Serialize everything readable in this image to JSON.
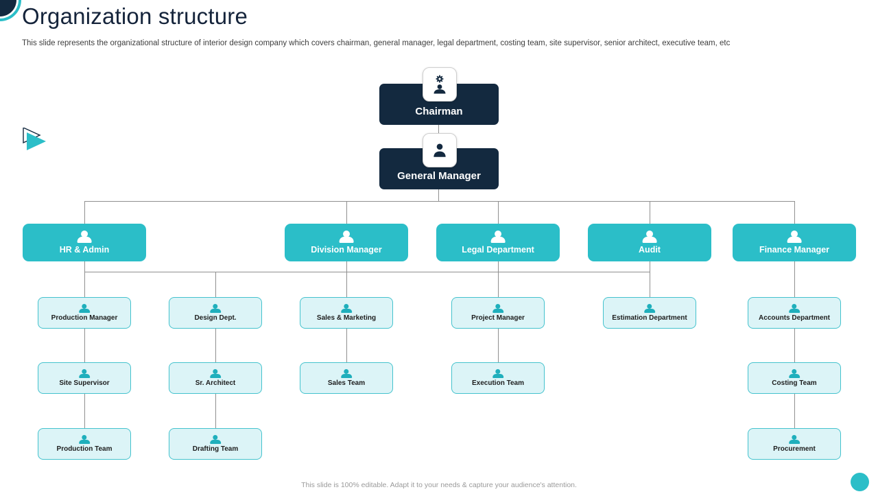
{
  "page": {
    "title": "Organization structure",
    "subtitle": "This slide represents the organizational structure of interior design company which covers chairman, general manager, legal department, costing team, site supervisor, senior architect, executive team, etc",
    "footer": "This slide is 100% editable. Adapt it to your needs & capture your audience's attention."
  },
  "colors": {
    "navy": "#13293F",
    "teal": "#2BBEC8",
    "light_teal_fill": "#DCF4F7",
    "light_teal_border": "#43C2CD",
    "connector": "#8F8F8F"
  },
  "icons": {
    "chairman": "gear-person-icon",
    "general_manager": "person-icon",
    "node": "person-icon"
  },
  "org": {
    "chairman": {
      "label": "Chairman"
    },
    "general_manager": {
      "label": "General Manager"
    },
    "managers": [
      {
        "label": "HR & Admin"
      },
      {
        "label": "Division Manager"
      },
      {
        "label": "Legal Department"
      },
      {
        "label": "Audit"
      },
      {
        "label": "Finance Manager"
      }
    ],
    "row1": [
      {
        "label": "Production Manager"
      },
      {
        "label": "Design Dept."
      },
      {
        "label": "Sales & Marketing"
      },
      {
        "label": "Project Manager"
      },
      {
        "label": "Estimation Department"
      },
      {
        "label": "Accounts Department"
      }
    ],
    "row2": [
      {
        "label": "Site Supervisor"
      },
      {
        "label": "Sr. Architect"
      },
      {
        "label": "Sales Team"
      },
      {
        "label": "Execution Team"
      },
      {
        "label": "Costing Team"
      }
    ],
    "row3": [
      {
        "label": "Production Team"
      },
      {
        "label": "Drafting Team"
      },
      {
        "label": "Procurement"
      }
    ]
  }
}
